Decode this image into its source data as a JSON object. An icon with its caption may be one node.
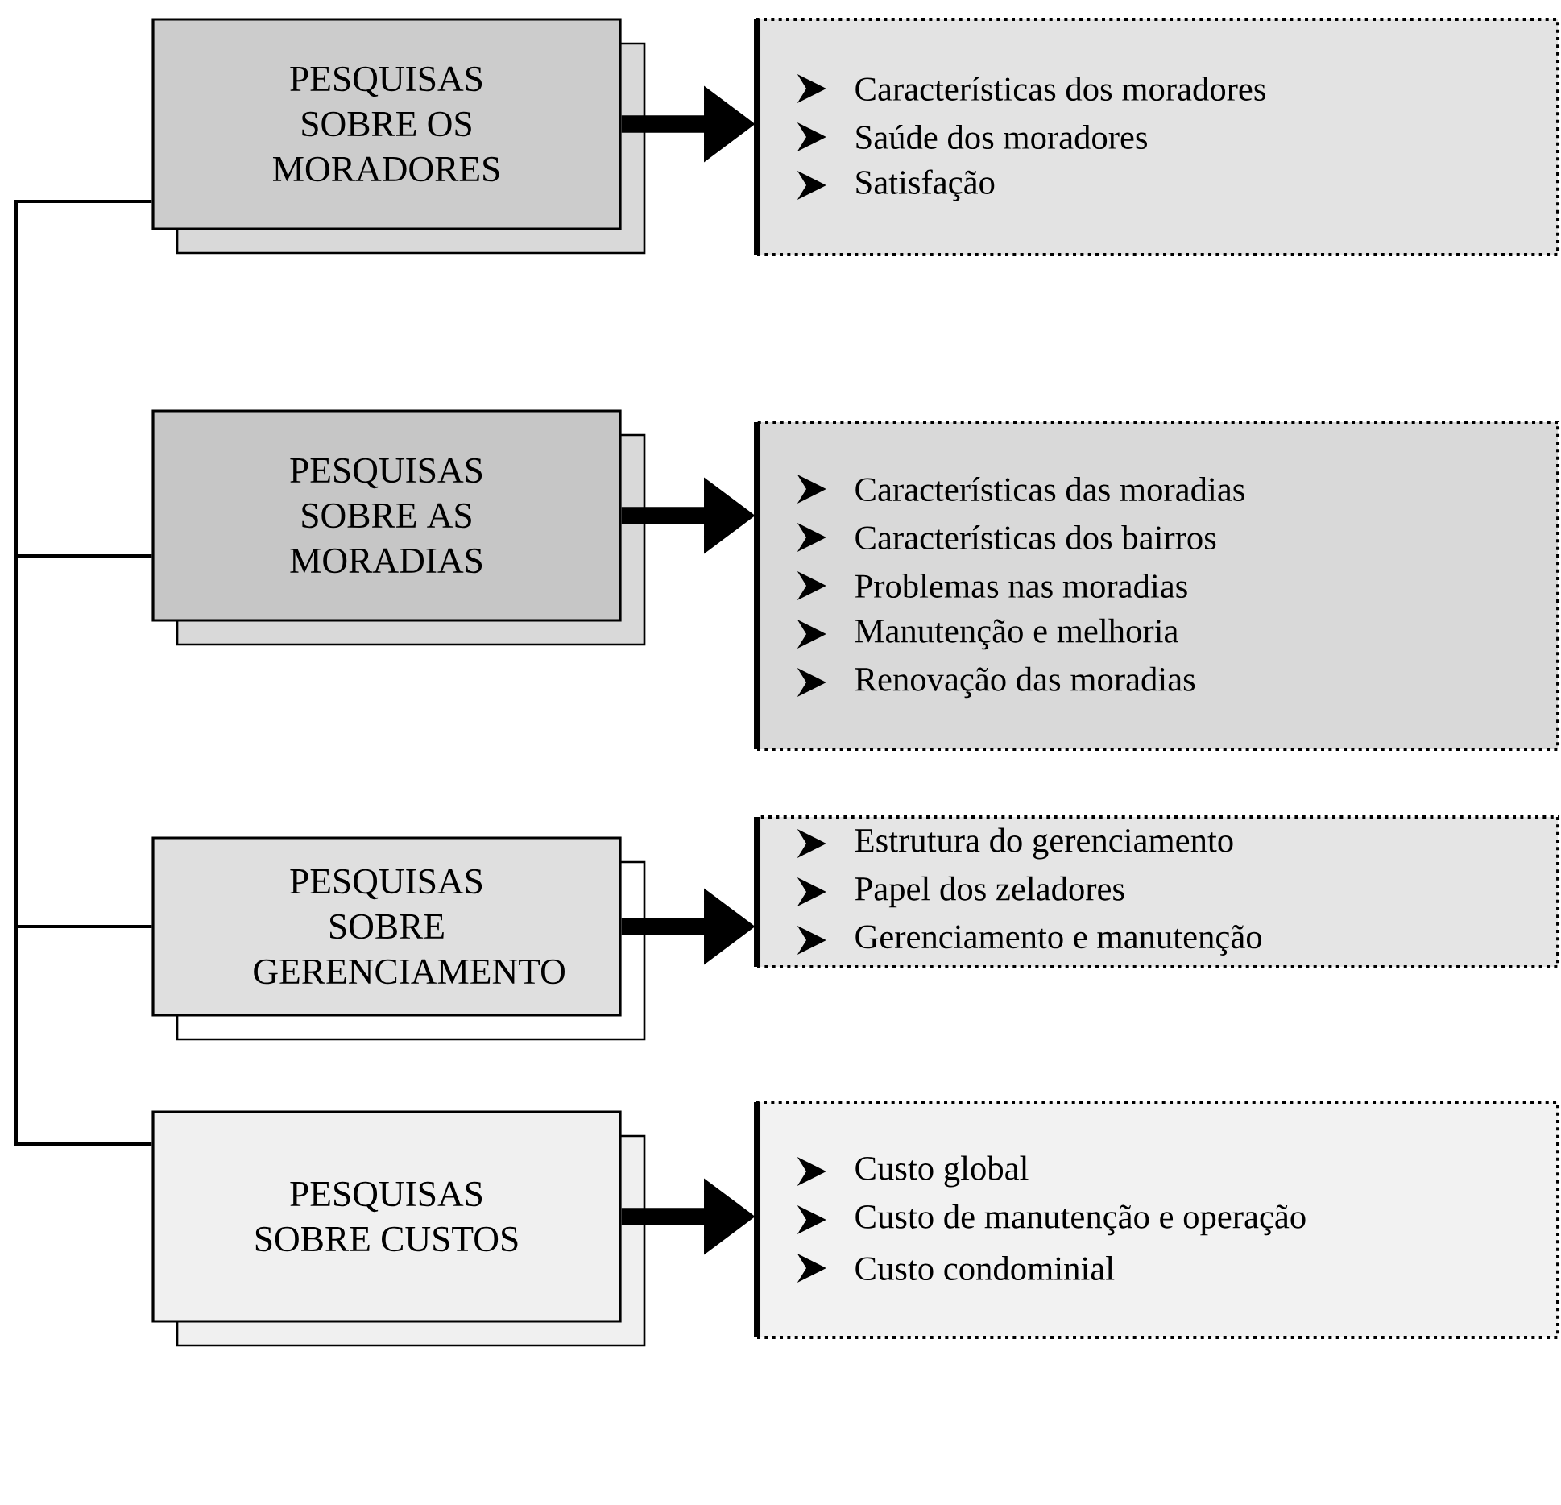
{
  "diagram": {
    "nodes": [
      {
        "text": [
          "PESQUISAS SOBRE OS MORADORES"
        ]
      },
      {
        "text": [
          "Características dos moradores",
          "Saúde dos moradores",
          "Satisfação"
        ]
      },
      {
        "text": [
          "PESQUISAS SOBRE AS MORADIAS"
        ]
      },
      {
        "text": [
          "Características das moradias",
          "Características dos bairros",
          "Problemas nas moradias",
          "Manutenção e melhoria",
          "Renovação das moradias"
        ]
      },
      {
        "text": [
          "PESQUISAS SOBRE GERENCIAMENTO"
        ]
      },
      {
        "text": [
          "Estrutura do gerenciamento",
          "Papel dos zeladores",
          "Gerenciamento e manutenção"
        ]
      },
      {
        "text": [
          "PESQUISAS SOBRE CUSTOS"
        ]
      },
      {
        "text": [
          "Custo global",
          "Custo de manutenção e operação",
          "Custo condominial"
        ]
      }
    ],
    "edges": [
      {
        "from": 0,
        "to": 1,
        "arrow": "to"
      },
      {
        "from": 2,
        "to": 3,
        "arrow": "to"
      },
      {
        "from": 4,
        "to": 5,
        "arrow": "to"
      },
      {
        "from": 6,
        "to": 7,
        "arrow": "to"
      },
      {
        "from": 0,
        "to": 2,
        "arrow": "none"
      },
      {
        "from": 2,
        "to": 4,
        "arrow": "none"
      },
      {
        "from": 4,
        "to": 6,
        "arrow": "none"
      }
    ]
  }
}
